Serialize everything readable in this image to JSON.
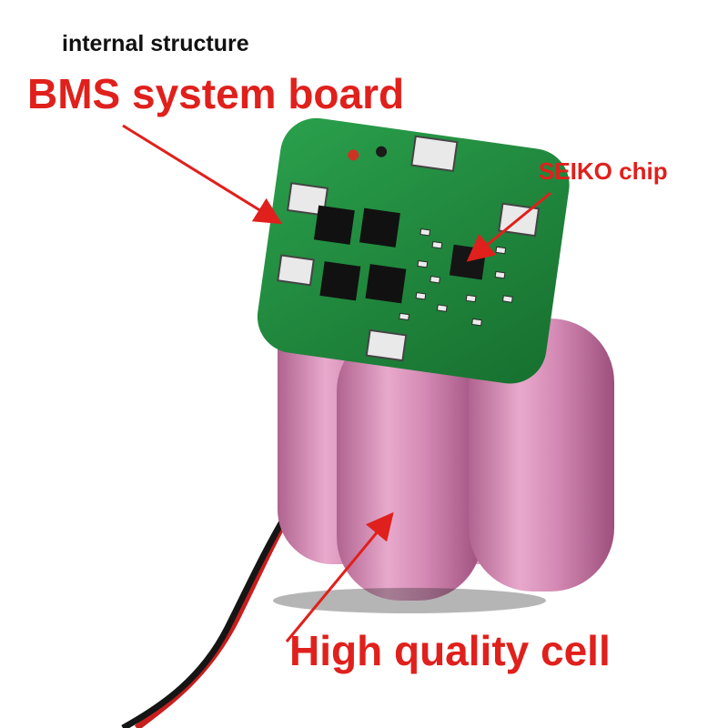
{
  "labels": {
    "subtitle": "internal structure",
    "title": "BMS system board",
    "chip": "SEIKO chip",
    "cell": "High quality cell"
  },
  "colors": {
    "background": "#ffffff",
    "annotation_red": "#e0201c",
    "subtitle_black": "#111111",
    "pcb_green": "#1f8a3d",
    "cell_pink": "#d48ab4",
    "wire_red": "#c81e1e",
    "wire_black": "#151515"
  },
  "icons": {
    "pointer": "arrow-icon"
  }
}
